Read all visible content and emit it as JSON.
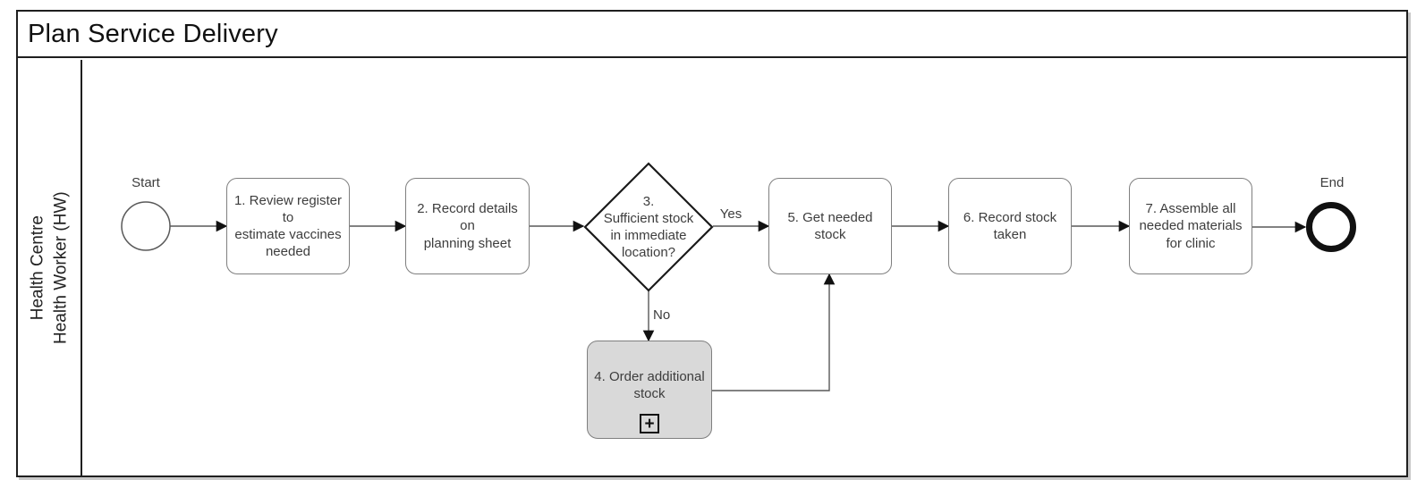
{
  "title": "Plan Service Delivery",
  "lane": {
    "lines": [
      "Health Centre",
      "Health Worker (HW)"
    ]
  },
  "nodes": {
    "start": {
      "type": "start-event",
      "label": "Start"
    },
    "task1": {
      "type": "task",
      "label": "1. Review register to estimate vaccines needed",
      "lines": [
        "1. Review register to",
        "estimate vaccines",
        "needed"
      ]
    },
    "task2": {
      "type": "task",
      "label": "2. Record details on planning sheet",
      "lines": [
        "2. Record details on",
        "planning sheet"
      ]
    },
    "gateway3": {
      "type": "exclusive-gateway",
      "label": "3. Sufficient stock in immediate location?",
      "lines": [
        "3.",
        "Sufficient stock",
        "in immediate",
        "location?"
      ]
    },
    "task4": {
      "type": "collapsed-subprocess",
      "label": "4. Order additional stock",
      "lines": [
        "4. Order additional",
        "stock"
      ],
      "marker_glyph": "+",
      "highlighted": true
    },
    "task5": {
      "type": "task",
      "label": "5. Get needed stock",
      "lines": [
        "5. Get needed stock"
      ]
    },
    "task6": {
      "type": "task",
      "label": "6. Record stock taken",
      "lines": [
        "6. Record stock",
        "taken"
      ]
    },
    "task7": {
      "type": "task",
      "label": "7. Assemble all needed materials for clinic",
      "lines": [
        "7. Assemble all",
        "needed materials",
        "for clinic"
      ]
    },
    "end": {
      "type": "end-event",
      "label": "End"
    }
  },
  "edges": {
    "yes_label": "Yes",
    "no_label": "No"
  },
  "colors": {
    "task_fill": "#ffffff",
    "subprocess_fill": "#d9d9d9",
    "task_border": "#7f7f7f",
    "connector": "#595959",
    "shape_outline": "#1a1a1a",
    "text": "#3d3d3d",
    "pool_border": "#1f1f1f"
  }
}
